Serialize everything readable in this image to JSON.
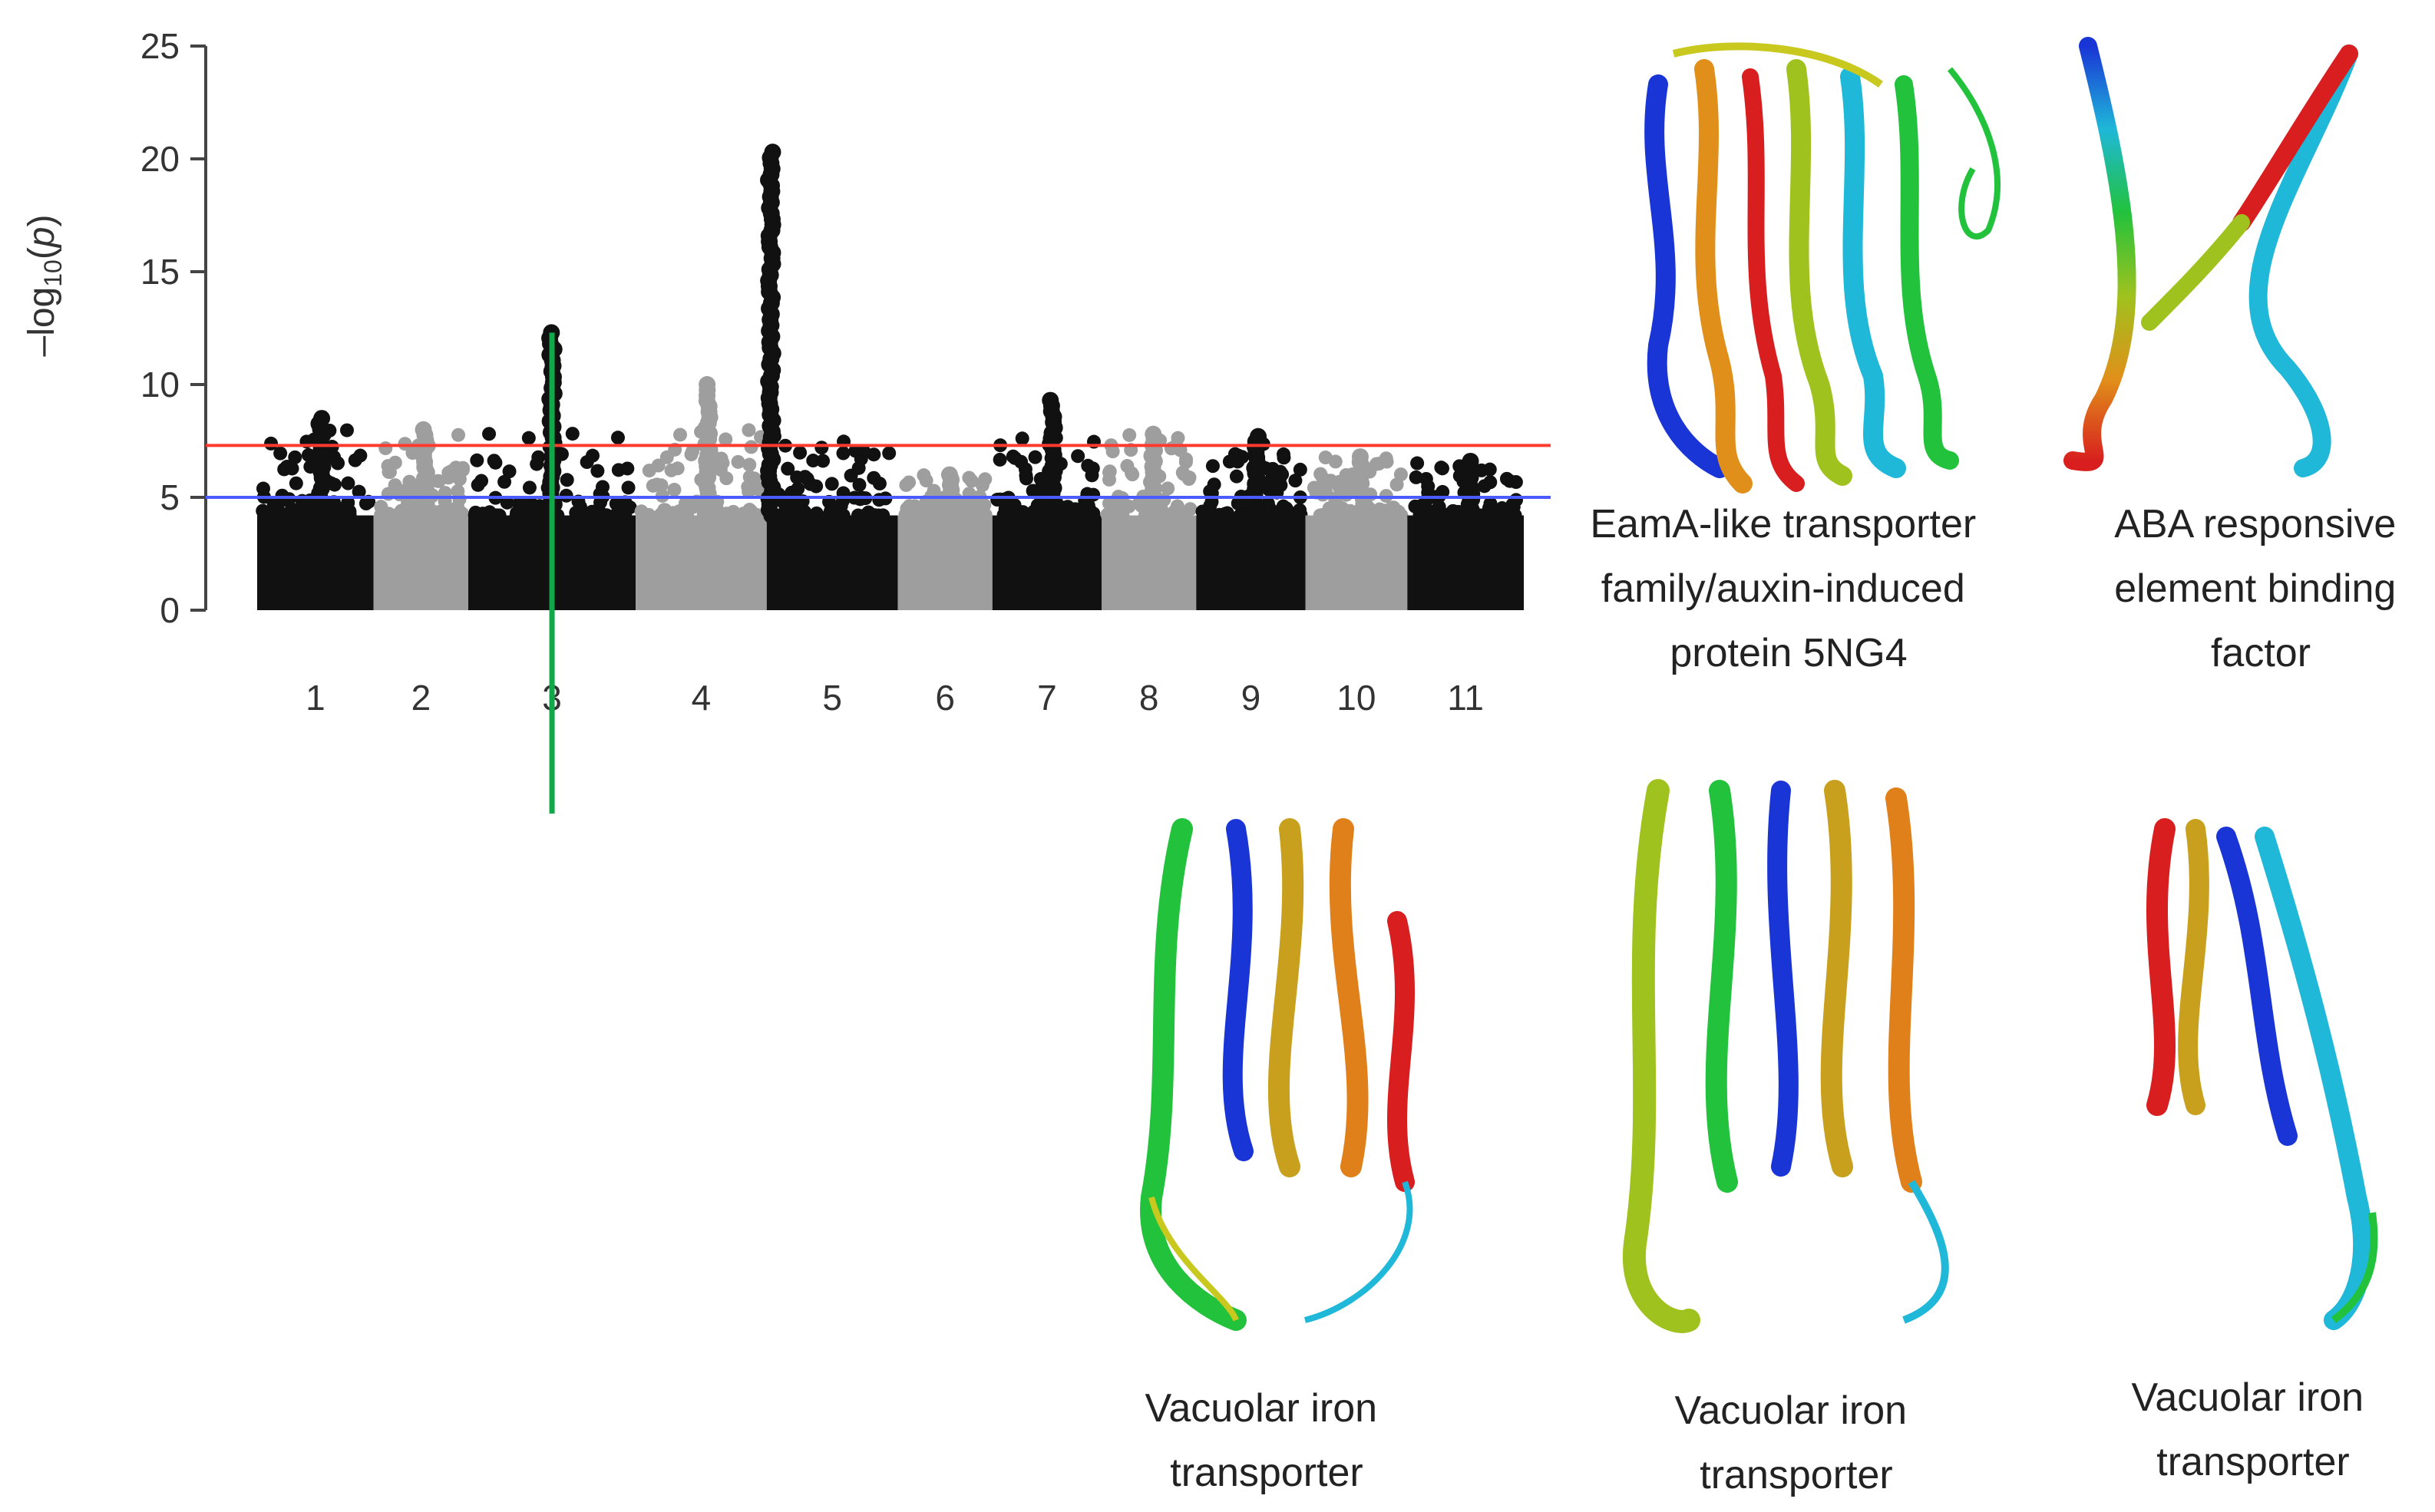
{
  "chart_data": {
    "type": "scatter",
    "title": "",
    "ylabel": "-log10(p)",
    "ylabel_parts": {
      "prefix": "–log",
      "subscript": "10",
      "paren_open": "(",
      "variable": "p",
      "paren_close": ")"
    },
    "xlabel": "",
    "ylim": [
      0,
      25
    ],
    "yticks": [
      0,
      5,
      10,
      15,
      20,
      25
    ],
    "categories": [
      "1",
      "2",
      "3",
      "4",
      "5",
      "6",
      "7",
      "8",
      "9",
      "10",
      "11"
    ],
    "chromosomes": [
      {
        "label": "1",
        "color": "#111111",
        "max_logp": 8.5
      },
      {
        "label": "2",
        "color": "#9e9e9e",
        "max_logp": 8.0
      },
      {
        "label": "3",
        "color": "#111111",
        "max_logp": 12.3
      },
      {
        "label": "4",
        "color": "#9e9e9e",
        "max_logp": 10.0
      },
      {
        "label": "5",
        "color": "#111111",
        "max_logp": 20.3
      },
      {
        "label": "6",
        "color": "#9e9e9e",
        "max_logp": 6.0
      },
      {
        "label": "7",
        "color": "#111111",
        "max_logp": 9.3
      },
      {
        "label": "8",
        "color": "#9e9e9e",
        "max_logp": 7.8
      },
      {
        "label": "9",
        "color": "#111111",
        "max_logp": 7.7
      },
      {
        "label": "10",
        "color": "#9e9e9e",
        "max_logp": 6.8
      },
      {
        "label": "11",
        "color": "#111111",
        "max_logp": 6.6
      }
    ],
    "thresholds": [
      {
        "value": 7.3,
        "color": "#ff3b30"
      },
      {
        "value": 5.0,
        "color": "#4a5cff"
      }
    ],
    "highlight": {
      "chromosome": "3",
      "color": "#11a84a"
    }
  },
  "proteins": [
    {
      "caption_lines": [
        "EamA-like transporter",
        "family/auxin-induced",
        "protein 5NG4"
      ]
    },
    {
      "caption_lines": [
        "ABA responsive",
        "element binding",
        "factor"
      ]
    },
    {
      "caption_lines": [
        "Vacuolar iron",
        "transporter"
      ]
    },
    {
      "caption_lines": [
        "Vacuolar iron",
        "transporter"
      ]
    },
    {
      "caption_lines": [
        "Vacuolar iron",
        "transporter"
      ]
    }
  ],
  "colors": {
    "black": "#111111",
    "grey": "#9e9e9e",
    "green_line": "#11a84a"
  }
}
